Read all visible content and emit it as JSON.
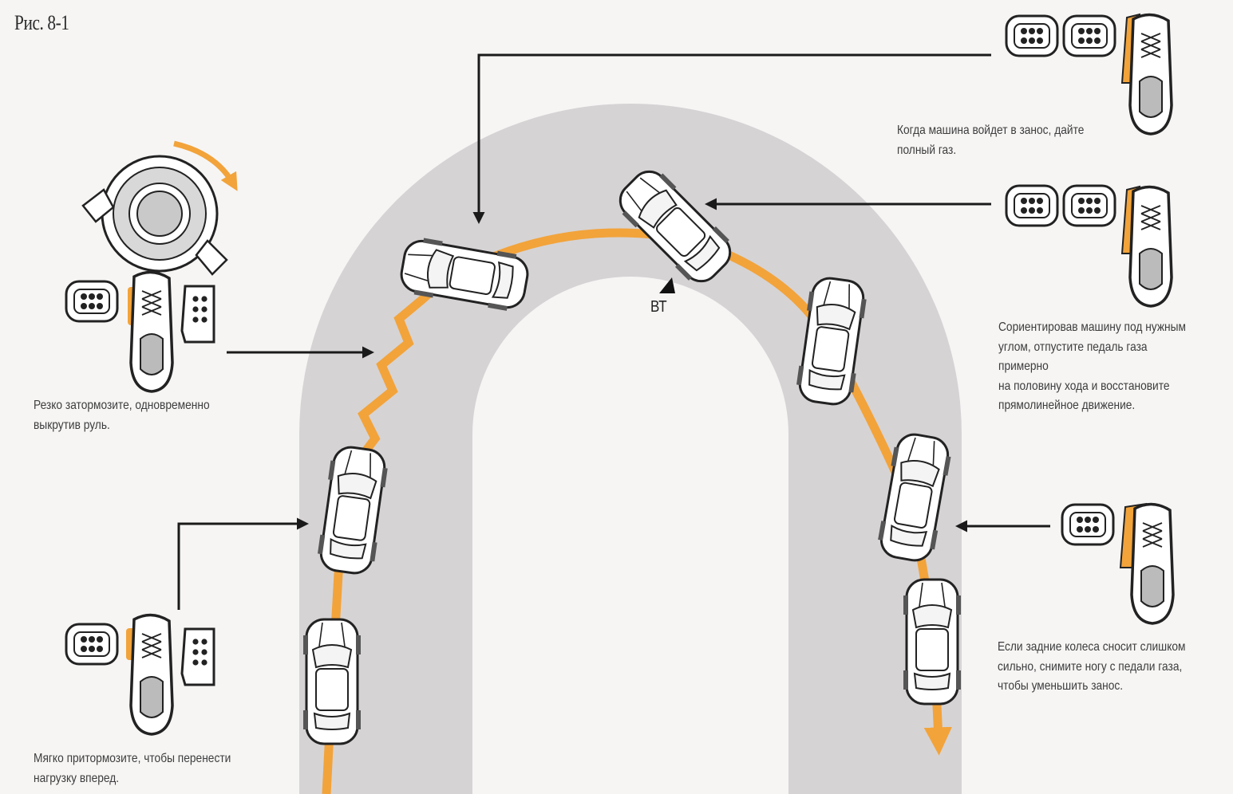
{
  "figure": {
    "title": "Рис. 8-1",
    "apex_marker": "ВТ"
  },
  "instructions": {
    "brake_turn": "Резко затормозите, одновременно\nвыкрутив руль.",
    "light_brake": "Мягко притормозите, чтобы перенести\nнагрузку вперед.",
    "full_throttle": "Когда машина войдет в занос, дайте\nполный газ.",
    "half_throttle": "Сориентировав машину под нужным\nуглом, отпустите педаль газа примерно\nна половину хода и восстановите\nпрямолинейное движение.",
    "lift_throttle": "Если задние колеса сносит слишком\nсильно, снимите ногу с педали газа,\nчтобы уменьшить занос."
  },
  "colors": {
    "background": "#f6f5f4",
    "track": "#d6d3d4",
    "path": "#f2a33a",
    "ink": "#1a1a1a"
  },
  "icons": [
    "steering-wheel-icon",
    "brake-pedal-icon",
    "gas-pedal-icon",
    "shoe-icon",
    "car-icon",
    "arrow-icon"
  ]
}
